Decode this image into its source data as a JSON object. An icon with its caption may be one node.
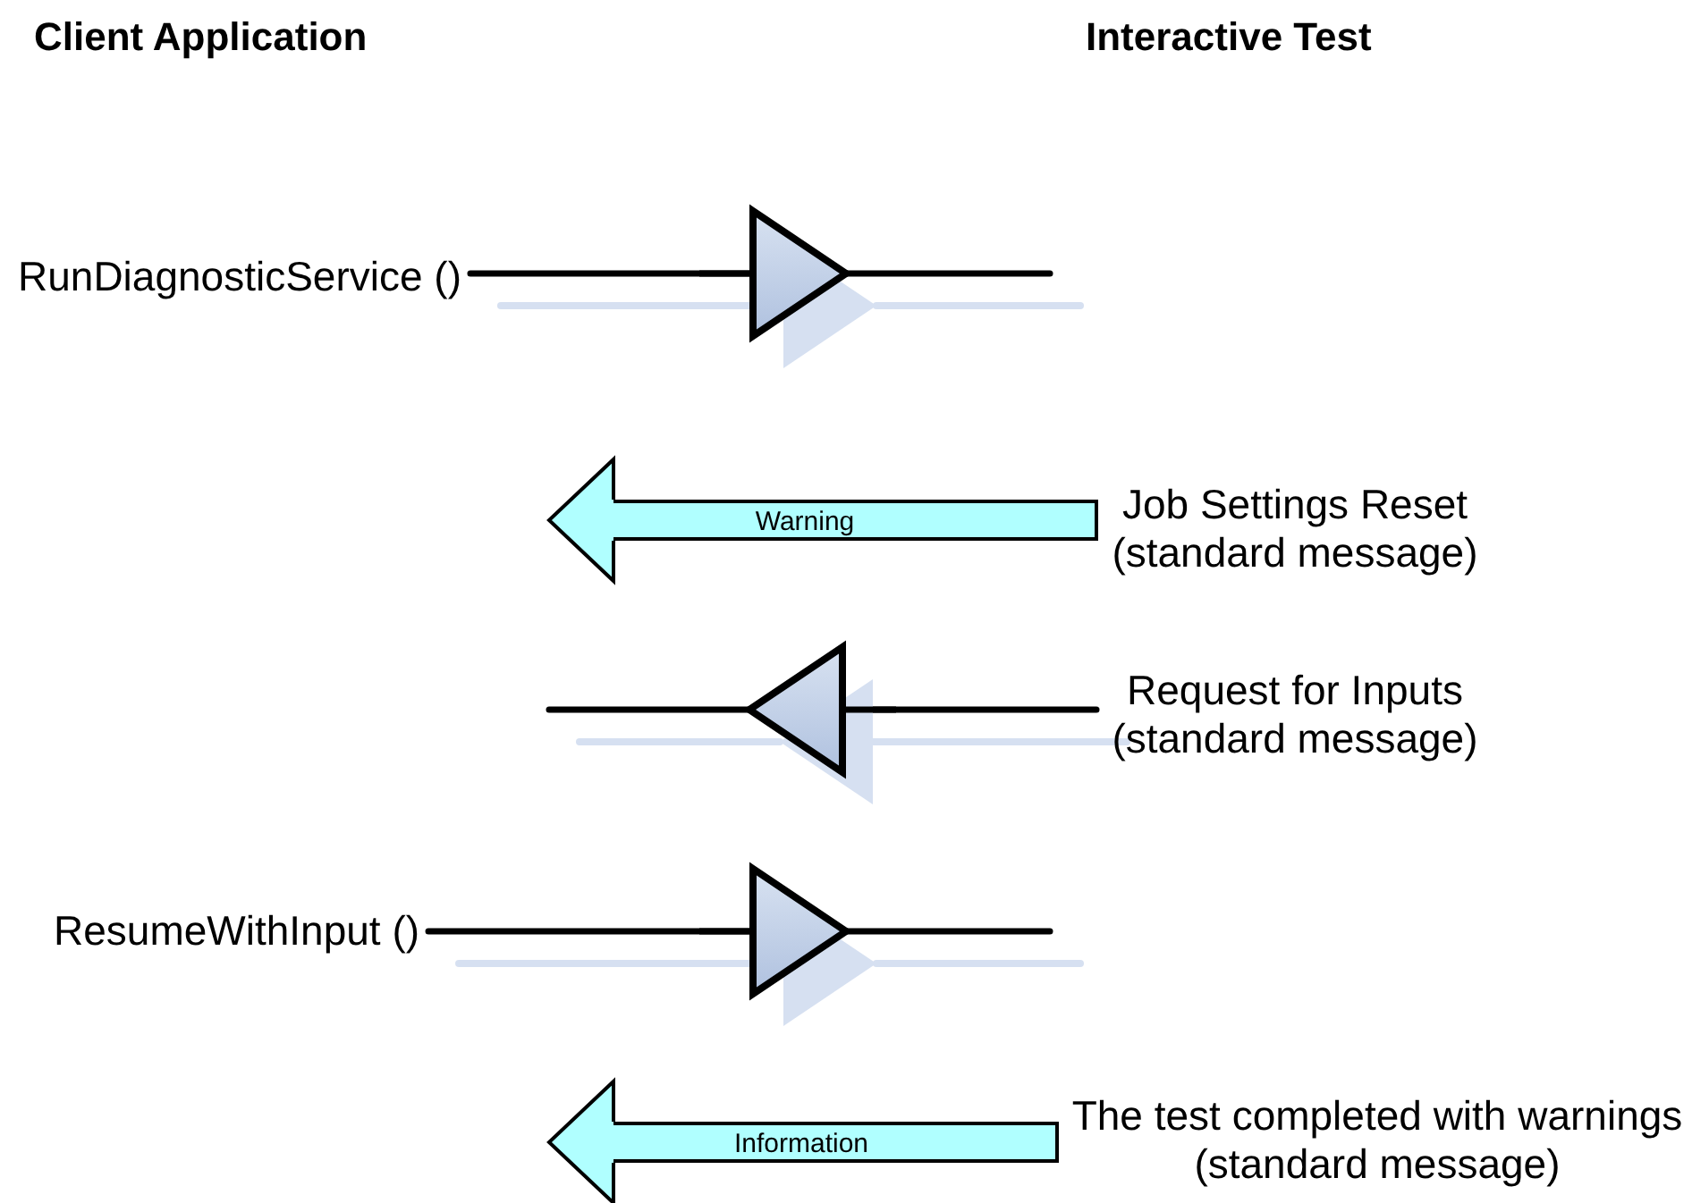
{
  "diagram": {
    "nodes": [
      {
        "text": [
          "RunDiagnosticService ()"
        ]
      },
      {
        "text": [
          "Job Settings Reset (standard message)"
        ]
      },
      {
        "text": [
          "Request for Inputs (standard message)"
        ]
      },
      {
        "text": [
          "ResumeWithInput ()"
        ]
      },
      {
        "text": [
          "The test completed with warnings (standard message)"
        ]
      }
    ],
    "edges": [
      {
        "from": 0,
        "to": null,
        "arrow": "to"
      },
      {
        "from": 1,
        "to": null,
        "arrow": "to",
        "label": "Warning",
        "style": "thick",
        "color": "#b0ffff"
      },
      {
        "from": 2,
        "to": null,
        "arrow": "to"
      },
      {
        "from": 3,
        "to": null,
        "arrow": "to"
      },
      {
        "from": 4,
        "to": null,
        "arrow": "to",
        "label": "Information",
        "style": "thick",
        "color": "#b0ffff"
      }
    ],
    "labels": [
      "Client Application",
      "Interactive Test"
    ]
  }
}
